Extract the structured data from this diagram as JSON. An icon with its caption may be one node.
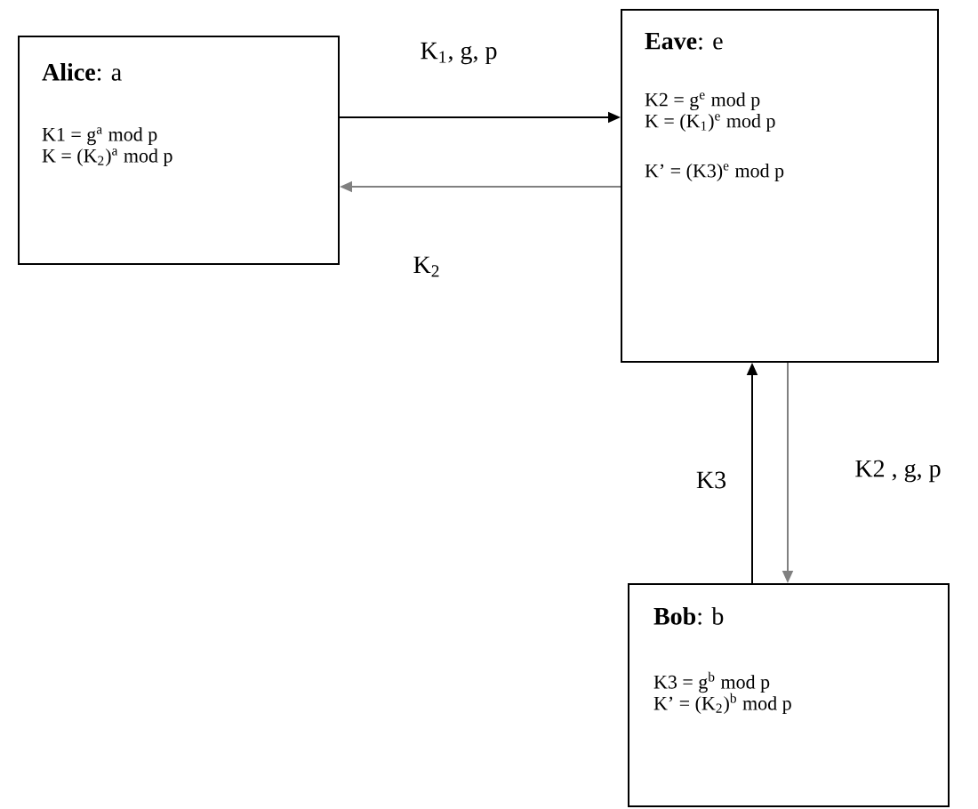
{
  "diagram": {
    "nodes": [
      {
        "text": [
          "**Alice**: a",
          "K1 = g$^{a}$ mod p",
          "K = (K$_{2}$)$^{a}$ mod p"
        ]
      },
      {
        "text": [
          "**Eave**: e",
          "K2 = g$^{e}$ mod p",
          "K = (K$_{1}$)$^{e}$ mod p",
          "K’ = (K3)$^{e}$ mod p"
        ]
      },
      {
        "text": [
          "**Bob**: b",
          "K3 = g$^{b}$ mod p",
          "K’ = (K$_{2}$)$^{b}$ mod p"
        ]
      }
    ],
    "edges": [
      {
        "from": 0,
        "to": 1,
        "arrow": "to",
        "label": "K$_{1}$, g, p"
      },
      {
        "from": 1,
        "to": 0,
        "arrow": "to",
        "label": "K$_{2}$",
        "color": "#808080"
      },
      {
        "from": 1,
        "to": 2,
        "arrow": "to",
        "label": "K2 , g, p",
        "color": "#808080"
      },
      {
        "from": 2,
        "to": 1,
        "arrow": "to",
        "label": "K3"
      }
    ]
  }
}
